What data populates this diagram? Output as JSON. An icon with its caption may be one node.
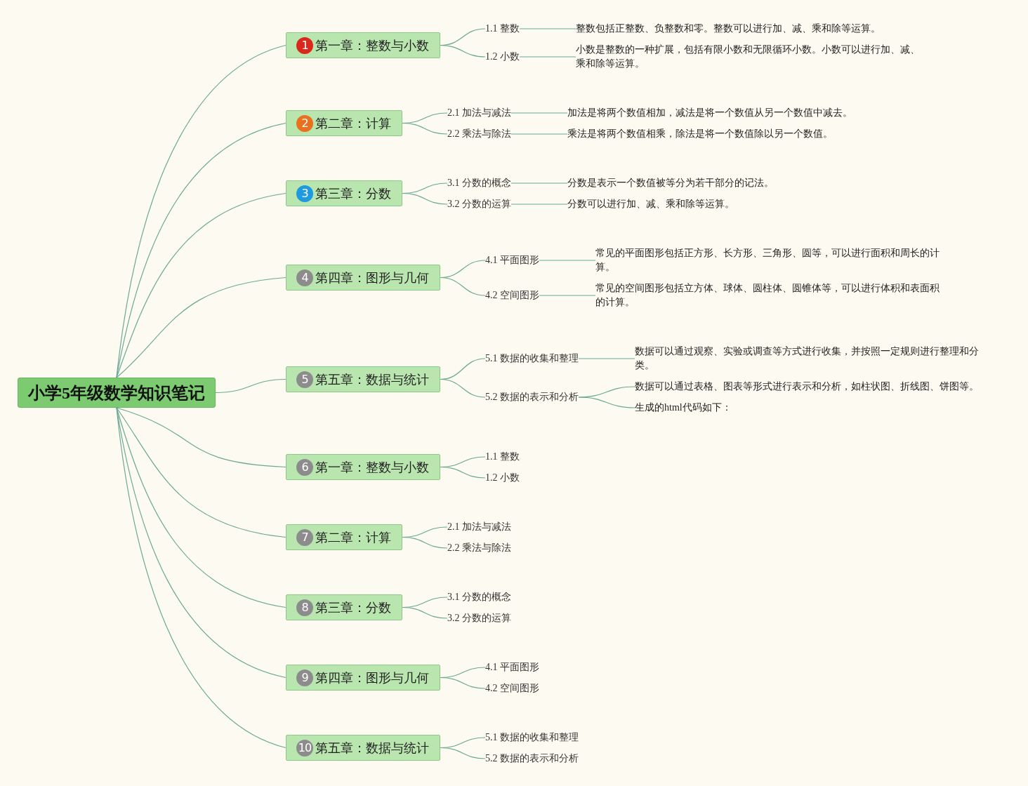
{
  "diagram": {
    "nodes": [
      {
        "text": [
          "小学5年级数学知识笔记"
        ]
      },
      {
        "text": [
          "1",
          "第一章：整数与小数"
        ]
      },
      {
        "text": [
          "1.1 整数"
        ]
      },
      {
        "text": [
          "整数包括正整数、负整数和零。整数可以进行加、减、乘和除等运算。"
        ]
      },
      {
        "text": [
          "1.2 小数"
        ]
      },
      {
        "text": [
          "小数是整数的一种扩展，包括有限小数和无限循环小数。小数可以进行加、减、乘和除等运算。"
        ]
      },
      {
        "text": [
          "2",
          "第二章：计算"
        ]
      },
      {
        "text": [
          "2.1 加法与减法"
        ]
      },
      {
        "text": [
          "加法是将两个数值相加，减法是将一个数值从另一个数值中减去。"
        ]
      },
      {
        "text": [
          "2.2 乘法与除法"
        ]
      },
      {
        "text": [
          "乘法是将两个数值相乘，除法是将一个数值除以另一个数值。"
        ]
      },
      {
        "text": [
          "3",
          "第三章：分数"
        ]
      },
      {
        "text": [
          "3.1 分数的概念"
        ]
      },
      {
        "text": [
          "分数是表示一个数值被等分为若干部分的记法。"
        ]
      },
      {
        "text": [
          "3.2 分数的运算"
        ]
      },
      {
        "text": [
          "分数可以进行加、减、乘和除等运算。"
        ]
      },
      {
        "text": [
          "4",
          "第四章：图形与几何"
        ]
      },
      {
        "text": [
          "4.1 平面图形"
        ]
      },
      {
        "text": [
          "常见的平面图形包括正方形、长方形、三角形、圆等，可以进行面积和周长的计算。"
        ]
      },
      {
        "text": [
          "4.2 空间图形"
        ]
      },
      {
        "text": [
          "常见的空间图形包括立方体、球体、圆柱体、圆锥体等，可以进行体积和表面积的计算。"
        ]
      },
      {
        "text": [
          "5",
          "第五章：数据与统计"
        ]
      },
      {
        "text": [
          "5.1 数据的收集和整理"
        ]
      },
      {
        "text": [
          "数据可以通过观察、实验或调查等方式进行收集，并按照一定规则进行整理和分类。"
        ]
      },
      {
        "text": [
          "5.2 数据的表示和分析"
        ]
      },
      {
        "text": [
          "数据可以通过表格、图表等形式进行表示和分析，如柱状图、折线图、饼图等。"
        ]
      },
      {
        "text": [
          "生成的html代码如下："
        ]
      },
      {
        "text": [
          "6",
          "第一章：整数与小数"
        ]
      },
      {
        "text": [
          "1.1 整数"
        ]
      },
      {
        "text": [
          "1.2 小数"
        ]
      },
      {
        "text": [
          "7",
          "第二章：计算"
        ]
      },
      {
        "text": [
          "2.1 加法与减法"
        ]
      },
      {
        "text": [
          "2.2 乘法与除法"
        ]
      },
      {
        "text": [
          "8",
          "第三章：分数"
        ]
      },
      {
        "text": [
          "3.1 分数的概念"
        ]
      },
      {
        "text": [
          "3.2 分数的运算"
        ]
      },
      {
        "text": [
          "9",
          "第四章：图形与几何"
        ]
      },
      {
        "text": [
          "4.1 平面图形"
        ]
      },
      {
        "text": [
          "4.2 空间图形"
        ]
      },
      {
        "text": [
          "10",
          "第五章：数据与统计"
        ]
      },
      {
        "text": [
          "5.1 数据的收集和整理"
        ]
      },
      {
        "text": [
          "5.2 数据的表示和分析"
        ]
      }
    ],
    "edges": [
      {
        "from": 0,
        "to": 1,
        "arrow": "none"
      },
      {
        "from": 1,
        "to": 2,
        "arrow": "none"
      },
      {
        "from": 2,
        "to": 3,
        "arrow": "none"
      },
      {
        "from": 1,
        "to": 4,
        "arrow": "none"
      },
      {
        "from": 4,
        "to": 5,
        "arrow": "none"
      },
      {
        "from": 0,
        "to": 6,
        "arrow": "none"
      },
      {
        "from": 6,
        "to": 7,
        "arrow": "none"
      },
      {
        "from": 7,
        "to": 8,
        "arrow": "none"
      },
      {
        "from": 6,
        "to": 9,
        "arrow": "none"
      },
      {
        "from": 9,
        "to": 10,
        "arrow": "none"
      },
      {
        "from": 0,
        "to": 11,
        "arrow": "none"
      },
      {
        "from": 11,
        "to": 12,
        "arrow": "none"
      },
      {
        "from": 12,
        "to": 13,
        "arrow": "none"
      },
      {
        "from": 11,
        "to": 14,
        "arrow": "none"
      },
      {
        "from": 14,
        "to": 15,
        "arrow": "none"
      },
      {
        "from": 0,
        "to": 16,
        "arrow": "none"
      },
      {
        "from": 16,
        "to": 17,
        "arrow": "none"
      },
      {
        "from": 17,
        "to": 18,
        "arrow": "none"
      },
      {
        "from": 16,
        "to": 19,
        "arrow": "none"
      },
      {
        "from": 19,
        "to": 20,
        "arrow": "none"
      },
      {
        "from": 0,
        "to": 21,
        "arrow": "none"
      },
      {
        "from": 21,
        "to": 22,
        "arrow": "none"
      },
      {
        "from": 22,
        "to": 23,
        "arrow": "none"
      },
      {
        "from": 21,
        "to": 24,
        "arrow": "none"
      },
      {
        "from": 24,
        "to": 25,
        "arrow": "none"
      },
      {
        "from": 24,
        "to": 26,
        "arrow": "none"
      },
      {
        "from": 0,
        "to": 27,
        "arrow": "none"
      },
      {
        "from": 27,
        "to": 28,
        "arrow": "none"
      },
      {
        "from": 27,
        "to": 29,
        "arrow": "none"
      },
      {
        "from": 0,
        "to": 30,
        "arrow": "none"
      },
      {
        "from": 30,
        "to": 31,
        "arrow": "none"
      },
      {
        "from": 30,
        "to": 32,
        "arrow": "none"
      },
      {
        "from": 0,
        "to": 33,
        "arrow": "none"
      },
      {
        "from": 33,
        "to": 34,
        "arrow": "none"
      },
      {
        "from": 33,
        "to": 35,
        "arrow": "none"
      },
      {
        "from": 0,
        "to": 36,
        "arrow": "none"
      },
      {
        "from": 36,
        "to": 37,
        "arrow": "none"
      },
      {
        "from": 36,
        "to": 38,
        "arrow": "none"
      },
      {
        "from": 0,
        "to": 39,
        "arrow": "none"
      },
      {
        "from": 39,
        "to": 40,
        "arrow": "none"
      },
      {
        "from": 39,
        "to": 41,
        "arrow": "none"
      }
    ]
  }
}
